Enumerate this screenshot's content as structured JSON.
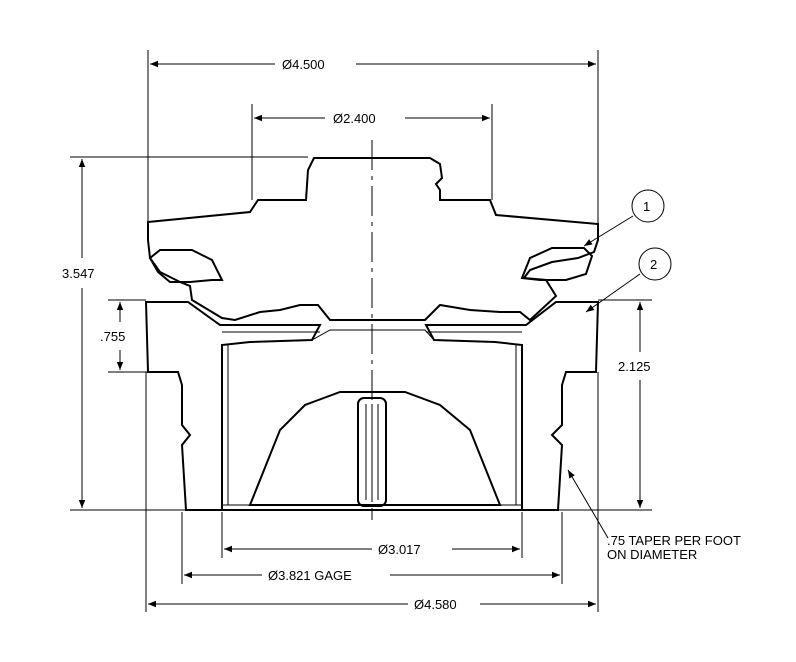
{
  "dimensions": {
    "outer_top_diameter": "Ø4.500",
    "neck_diameter": "Ø2.400",
    "overall_height": "3.547",
    "flange_height": ".755",
    "body_height": "2.125",
    "bore_diameter": "Ø3.017",
    "gage_diameter": "Ø3.821 GAGE",
    "outer_bottom_diameter": "Ø4.580"
  },
  "notes": {
    "taper_line1": ".75 TAPER PER FOOT",
    "taper_line2": "ON DIAMETER"
  },
  "balloons": [
    {
      "label": "1"
    },
    {
      "label": "2"
    }
  ]
}
